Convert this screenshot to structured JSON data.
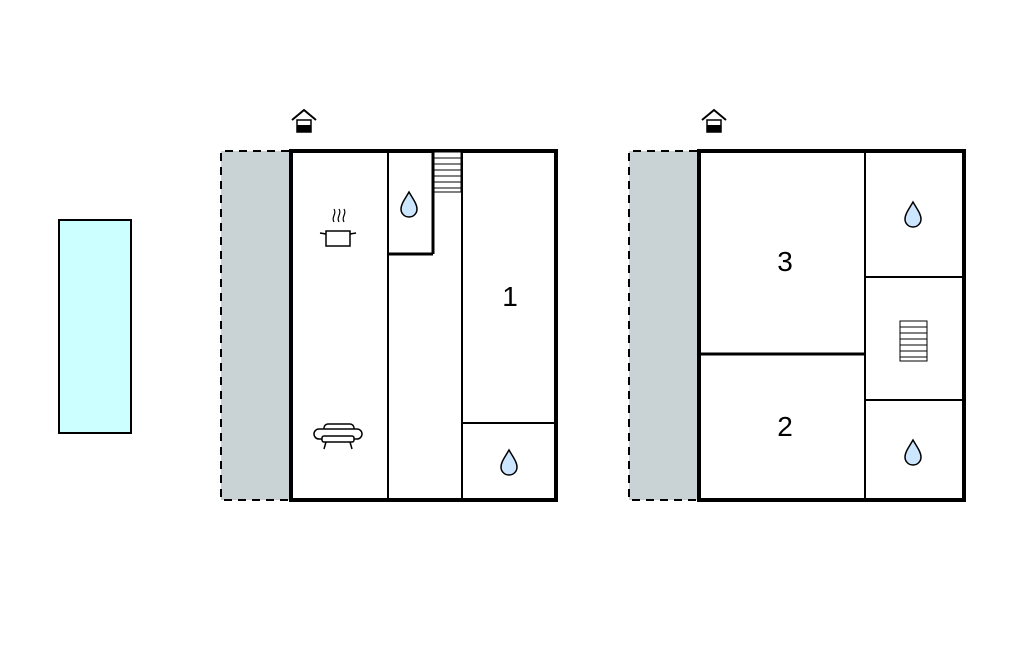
{
  "floor_plan": {
    "colors": {
      "wall": "#000000",
      "pool": "#ccffff",
      "terrace": "#c9d3d6",
      "water": "#cce6ff",
      "background": "#ffffff"
    },
    "pool": {
      "icon": "pool-area"
    },
    "ground_floor": {
      "entrance_icon": "entrance-icon",
      "rooms": [
        {
          "id": "kitchen-living",
          "icons": [
            "kitchen-pot-icon",
            "sofa-icon"
          ]
        },
        {
          "id": "bathroom-small",
          "icons": [
            "water-drop-icon"
          ]
        },
        {
          "id": "stairs",
          "icons": [
            "stairs-icon"
          ]
        },
        {
          "id": "bedroom-1",
          "label": "1"
        },
        {
          "id": "bathroom-1",
          "icons": [
            "water-drop-icon"
          ]
        }
      ]
    },
    "upper_floor": {
      "entrance_icon": "entrance-icon",
      "rooms": [
        {
          "id": "bedroom-3",
          "label": "3"
        },
        {
          "id": "bedroom-2",
          "label": "2"
        },
        {
          "id": "bathroom-top",
          "icons": [
            "water-drop-icon"
          ]
        },
        {
          "id": "stairs",
          "icons": [
            "stairs-icon"
          ]
        },
        {
          "id": "bathroom-bottom",
          "icons": [
            "water-drop-icon"
          ]
        }
      ]
    }
  }
}
